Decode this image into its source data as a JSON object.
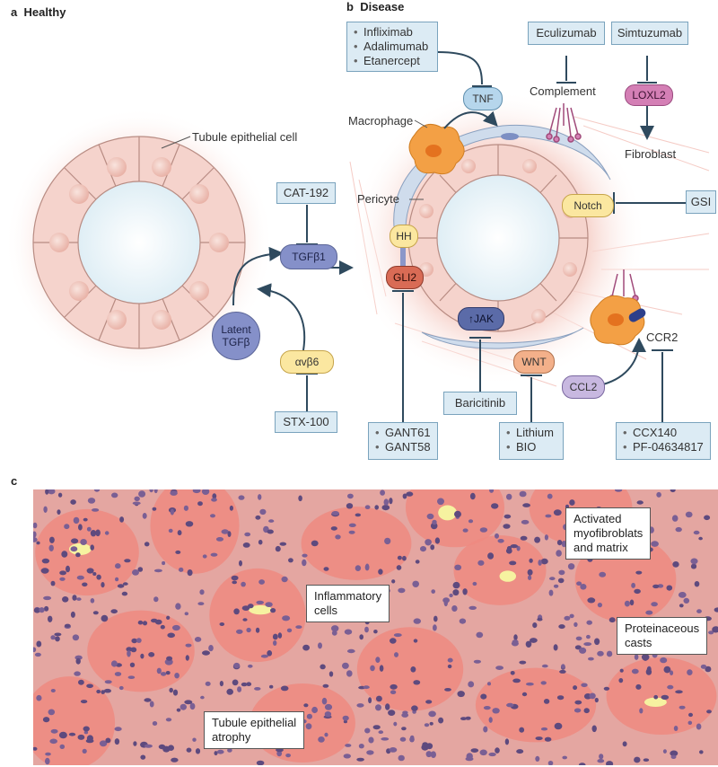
{
  "panels": {
    "a": "a",
    "a_title": "Healthy",
    "b": "b",
    "b_title": "Disease",
    "c": "c"
  },
  "healthy": {
    "tubule_label": "Tubule epithelial cell",
    "cat_box": "CAT-192",
    "tgfb1": "TGFβ1",
    "latent": "Latent TGFβ",
    "latent_1": "Latent",
    "latent_2": "TGFβ",
    "avb6": "αvβ6",
    "stx_box": "STX-100"
  },
  "disease": {
    "tnf_drugs": [
      "Infliximab",
      "Adalimumab",
      "Etanercept"
    ],
    "tnf": "TNF",
    "eculizumab": "Eculizumab",
    "complement": "Complement",
    "simtuzumab": "Simtuzumab",
    "loxl2": "LOXL2",
    "fibroblast": "Fibroblast",
    "macrophage": "Macrophage",
    "pericyte": "Pericyte",
    "notch": "Notch",
    "gsi": "GSI",
    "hh": "HH",
    "gli2": "GLI2",
    "jak": "↑JAK",
    "wnt": "WNT",
    "ccl2": "CCL2",
    "ccr2": "CCR2",
    "baricitinib": "Baricitinib",
    "gant_drugs": [
      "GANT61",
      "GANT58"
    ],
    "lithium_drugs": [
      "Lithium",
      "BIO"
    ],
    "ccx_drugs": [
      "CCX140",
      "PF-04634817"
    ]
  },
  "micrograph": {
    "callouts": [
      "Activated myofibroblats and matrix",
      "Inflammatory cells",
      "Proteinaceous casts",
      "Tubule epithelial atrophy"
    ],
    "callout_lines": [
      [
        "Activated",
        "myofibroblats",
        "and matrix"
      ],
      [
        "Inflammatory",
        "cells"
      ],
      [
        "Proteinaceous",
        "casts"
      ],
      [
        "Tubule epithelial",
        "atrophy"
      ]
    ]
  },
  "colors": {
    "drug_box": "#dcebf4",
    "cell_pink": "#f5d3cc",
    "tgf_blue": "#7f8cc4",
    "yellow_node": "#fbe7a0",
    "loxl2_pink": "#d47fb5",
    "tissue_pink": "#e79d98"
  }
}
